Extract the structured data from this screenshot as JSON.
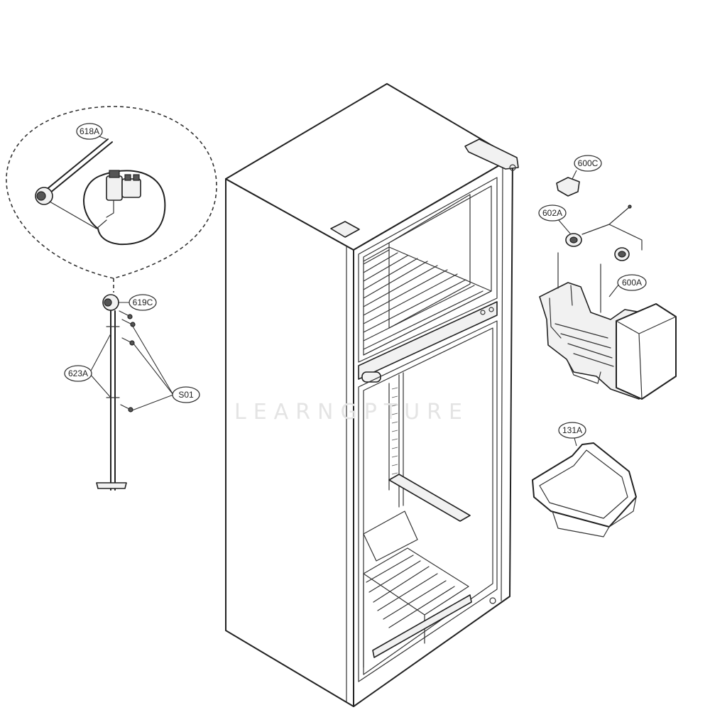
{
  "diagram": {
    "watermark": "LEARNGPTURE",
    "callouts": [
      {
        "id": "618A",
        "label": "618A"
      },
      {
        "id": "619C",
        "label": "619C"
      },
      {
        "id": "623A",
        "label": "623A"
      },
      {
        "id": "S01",
        "label": "S01"
      },
      {
        "id": "600C",
        "label": "600C"
      },
      {
        "id": "602A",
        "label": "602A"
      },
      {
        "id": "600A",
        "label": "600A"
      },
      {
        "id": "131A",
        "label": "131A"
      }
    ]
  }
}
